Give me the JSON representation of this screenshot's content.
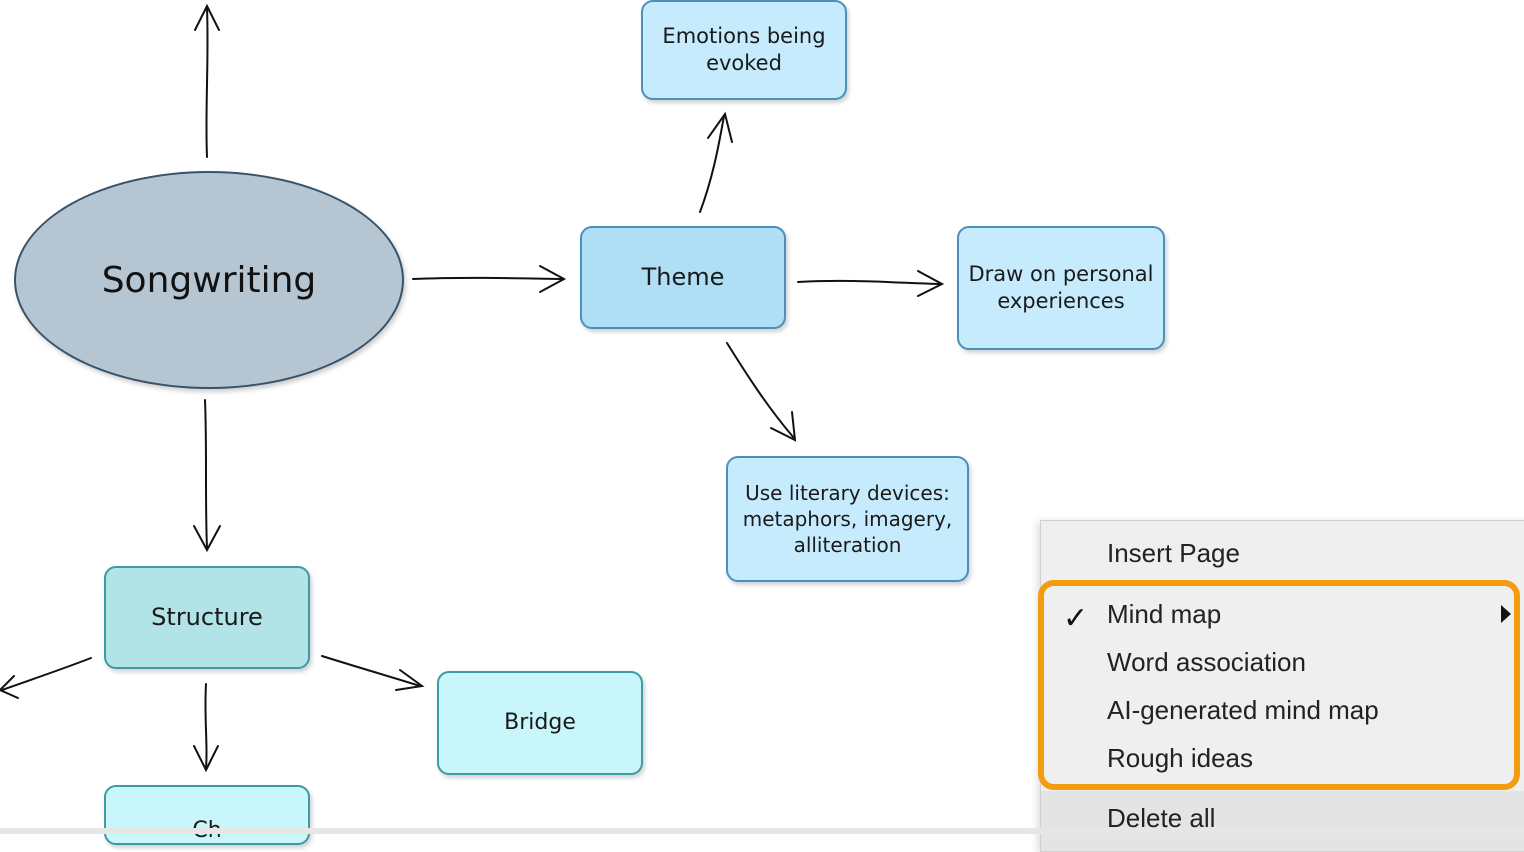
{
  "mindmap": {
    "root": "Songwriting",
    "nodes": {
      "emotions": "Emotions being evoked",
      "theme": "Theme",
      "draw": "Draw on personal experiences",
      "literary": "Use literary devices: metaphors, imagery, alliteration",
      "structure": "Structure",
      "bridge": "Bridge",
      "partial": "Ch"
    }
  },
  "context_menu": {
    "insert_page": "Insert Page",
    "checkmark": "✓",
    "items": [
      "Mind map",
      "Word association",
      "AI-generated mind map",
      "Rough ideas"
    ],
    "selected": "Mind map",
    "delete_all": "Delete all"
  },
  "colors": {
    "highlight": "#f39c12",
    "root_fill": "#b5c6d2",
    "node_blue": "#c5ebfd",
    "node_teal": "#b2e3e6"
  }
}
